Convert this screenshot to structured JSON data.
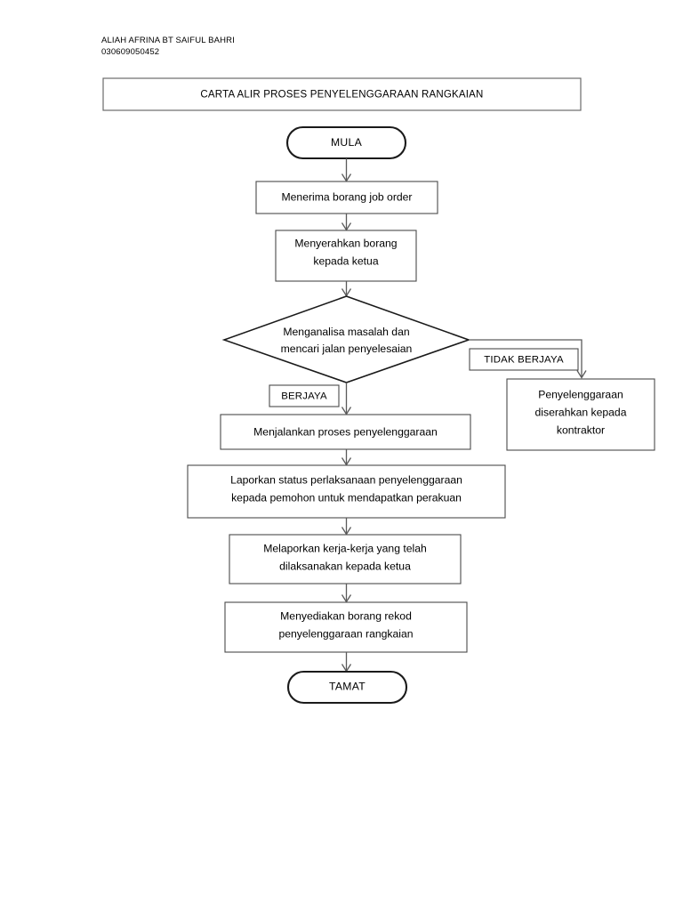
{
  "document": {
    "author_name": "ALIAH AFRINA BT SAIFUL BAHRI",
    "author_id": "030609050452"
  },
  "chart_data": {
    "type": "diagram",
    "diagram_kind": "flowchart",
    "title": "CARTA ALIR PROSES PENYELENGGARAAN RANGKAIAN",
    "language": "ms",
    "orientation": "top-to-bottom",
    "nodes": [
      {
        "id": "title",
        "shape": "rectangle",
        "lines": [
          "CARTA ALIR PROSES PENYELENGGARAAN RANGKAIAN"
        ]
      },
      {
        "id": "start",
        "shape": "terminal",
        "lines": [
          "MULA"
        ]
      },
      {
        "id": "n1",
        "shape": "process",
        "lines": [
          "Menerima borang job order"
        ]
      },
      {
        "id": "n2",
        "shape": "process",
        "lines": [
          "Menyerahkan borang",
          "kepada ketua"
        ]
      },
      {
        "id": "d1",
        "shape": "decision",
        "lines": [
          "Menganalisa masalah dan",
          "mencari jalan penyelesaian"
        ]
      },
      {
        "id": "n3",
        "shape": "process",
        "lines": [
          "Menjalankan proses penyelenggaraan"
        ]
      },
      {
        "id": "n4",
        "shape": "process",
        "lines": [
          "Penyelenggaraan",
          "diserahkan kepada",
          "kontraktor"
        ]
      },
      {
        "id": "n5",
        "shape": "process",
        "lines": [
          "Laporkan status perlaksanaan penyelenggaraan",
          "kepada pemohon untuk mendapatkan perakuan"
        ]
      },
      {
        "id": "n6",
        "shape": "process",
        "lines": [
          "Melaporkan kerja-kerja yang telah",
          "dilaksanakan kepada ketua"
        ]
      },
      {
        "id": "n7",
        "shape": "process",
        "lines": [
          "Menyediakan borang rekod",
          "penyelenggaraan rangkaian"
        ]
      },
      {
        "id": "end",
        "shape": "terminal",
        "lines": [
          "TAMAT"
        ]
      }
    ],
    "edge_labels": [
      {
        "id": "yes",
        "text": "BERJAYA",
        "from": "d1",
        "to": "n3"
      },
      {
        "id": "no",
        "text": "TIDAK BERJAYA",
        "from": "d1",
        "to": "n4"
      }
    ],
    "edges": [
      {
        "from": "start",
        "to": "n1"
      },
      {
        "from": "n1",
        "to": "n2"
      },
      {
        "from": "n2",
        "to": "d1"
      },
      {
        "from": "d1",
        "to": "n3",
        "label": "BERJAYA"
      },
      {
        "from": "d1",
        "to": "n4",
        "label": "TIDAK BERJAYA"
      },
      {
        "from": "n3",
        "to": "n5"
      },
      {
        "from": "n5",
        "to": "n6"
      },
      {
        "from": "n6",
        "to": "n7"
      },
      {
        "from": "n7",
        "to": "end"
      }
    ],
    "colors": {
      "background": "#ffffff",
      "box_stroke": "#4a4a4a",
      "terminal_stroke": "#1a1a1a",
      "decision_stroke": "#1a1a1a",
      "connector": "#5a5a5a",
      "text": "#000000"
    }
  },
  "flow": {
    "title": "CARTA ALIR PROSES PENYELENGGARAAN RANGKAIAN",
    "start_label": "MULA",
    "end_label": "TAMAT",
    "n1_l1": "Menerima borang job order",
    "n2_l1": "Menyerahkan borang",
    "n2_l2": "kepada ketua",
    "d1_l1": "Menganalisa masalah dan",
    "d1_l2": "mencari jalan penyelesaian",
    "yes_label": "BERJAYA",
    "no_label": "TIDAK BERJAYA",
    "n3_l1": "Menjalankan proses penyelenggaraan",
    "n4_l1": "Penyelenggaraan",
    "n4_l2": "diserahkan kepada",
    "n4_l3": "kontraktor",
    "n5_l1": "Laporkan status perlaksanaan penyelenggaraan",
    "n5_l2": "kepada pemohon untuk mendapatkan perakuan",
    "n6_l1": "Melaporkan kerja-kerja yang telah",
    "n6_l2": "dilaksanakan kepada ketua",
    "n7_l1": "Menyediakan borang rekod",
    "n7_l2": "penyelenggaraan rangkaian"
  }
}
